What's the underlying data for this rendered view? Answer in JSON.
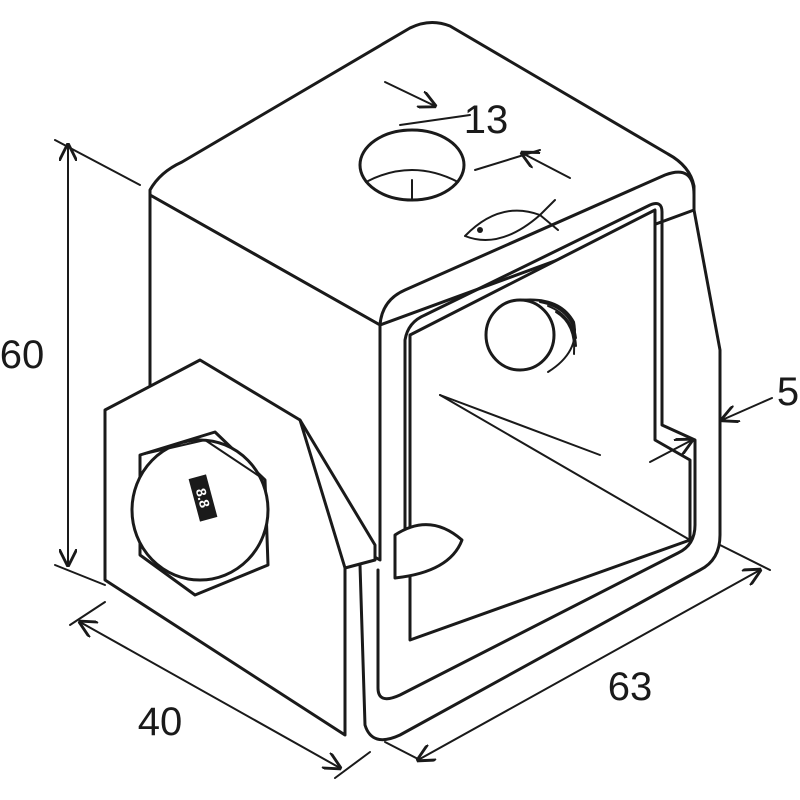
{
  "dimensions": {
    "height": "60",
    "depth": "40",
    "width": "63",
    "hole": "13",
    "thickness": "5"
  },
  "bolt_head_marking": "8.8",
  "icons": [
    "fish-icon"
  ],
  "colors": {
    "line": "#1a1a1a",
    "background": "#ffffff"
  }
}
